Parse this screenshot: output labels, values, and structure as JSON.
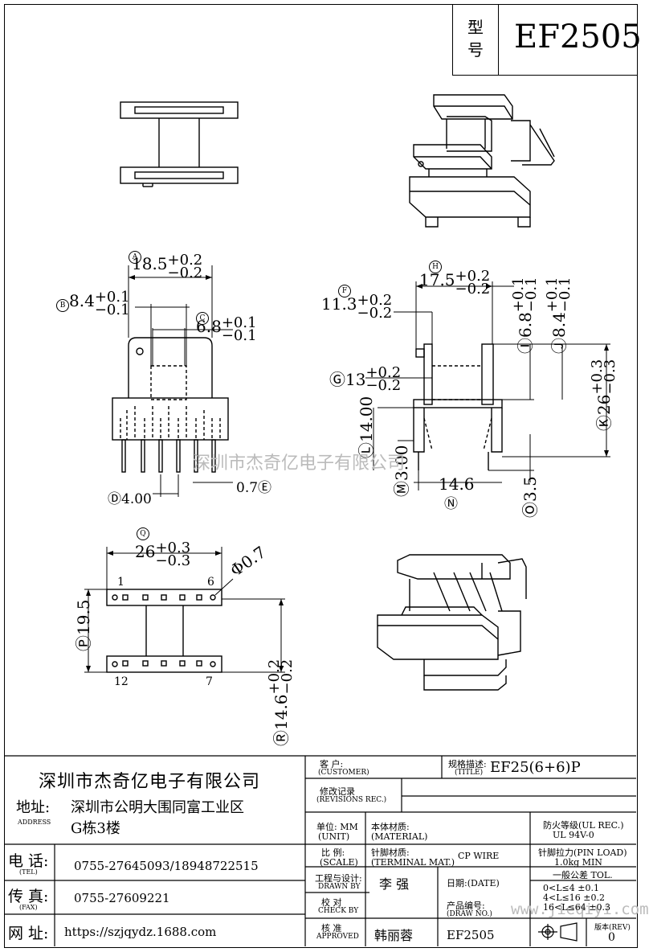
{
  "header": {
    "model_label_line1": "型",
    "model_label_line2": "号",
    "model": "EF2505"
  },
  "watermark": {
    "cn": "深圳市杰奇亿电子有限公司",
    "url": "www.jieqiyi.com"
  },
  "dims": {
    "a_width": "18.5",
    "a_tol_up": "+0.2",
    "a_tol_dn": "−0.2",
    "b_width": "8.4",
    "b_tol_up": "+0.1",
    "b_tol_dn": "−0.1",
    "c_width": "6.8",
    "c_tol_up": "+0.1",
    "c_tol_dn": "−0.1",
    "d_pitch": "4.00",
    "e_pin": "0.7",
    "f_val": "11.3",
    "f_tol_up": "+0.2",
    "f_tol_dn": "−0.2",
    "g_val": "13",
    "g_tol_up": "+0.2",
    "g_tol_dn": "−0.2",
    "h_val": "17.5",
    "h_tol_up": "+0.2",
    "h_tol_dn": "−0.2",
    "i_val": "6.8",
    "i_tol_up": "+0.1",
    "i_tol_dn": "−0.1",
    "j_val": "8.4",
    "j_tol_up": "+0.1",
    "j_tol_dn": "−0.1",
    "k_val": "26",
    "k_tol_up": "+0.3",
    "k_tol_dn": "−0.3",
    "l_val": "14.00",
    "m_val": "3.00",
    "n_val": "14.6",
    "o_val": "3.5",
    "q_val": "26",
    "q_tol_up": "+0.3",
    "q_tol_dn": "−0.3",
    "p_val": "19.5",
    "r_hole": "Φ0.7",
    "s_val": "14.6",
    "s_tol_up": "+0.2",
    "s_tol_dn": "−0.2",
    "pin1": "1",
    "pin6": "6",
    "pin12": "12",
    "pin7": "7"
  },
  "circles": {
    "a": "A",
    "b": "B",
    "c": "C",
    "d": "D",
    "e": "E",
    "f": "F",
    "g": "G",
    "h": "H",
    "i": "I",
    "j": "J",
    "k": "K",
    "l": "L",
    "m": "M",
    "n": "N",
    "o": "O",
    "p": "P",
    "q": "Q",
    "r": "R"
  },
  "company": {
    "name": "深圳市杰奇亿电子有限公司",
    "addr_label": "地址:",
    "address_en": "ADDRESS",
    "addr_line1": "深圳市公明大围同富工业区",
    "addr_line2": "G栋3楼",
    "tel_label": "电 话:",
    "tel_en": "(TEL)",
    "tel": "0755-27645093/18948722515",
    "fax_label": "传 真:",
    "fax_en": "(FAX)",
    "fax": "0755-27609221",
    "web_label": "网 址:",
    "web": "https://szjqydz.1688.com"
  },
  "title_block": {
    "customer_label": "客    户:",
    "customer_en": "(CUSTOMER)",
    "title_label": "规格描述:",
    "title_en": "(TITLE)",
    "title_value": "EF25(6+6)P",
    "rev_label": "修改记录",
    "rev_en": "(REVISIONS REC.)",
    "unit_label": "单位: MM",
    "unit_en": "(UNIT)",
    "material_label": "本体材质:",
    "material_en": "(MATERIAL)",
    "fire_label": "防火等级(UL REC.)",
    "fire_value": "UL 94V-0",
    "scale_label": "比  例:",
    "scale_en": "(SCALE)",
    "terminal_label": "针脚材质:",
    "terminal_en": "(TERMINAL MAT.)",
    "terminal_value": "CP WIRE",
    "pinload_label": "针脚拉力(PIN LOAD)",
    "pinload_value": "1.0kg MIN",
    "drawn_label": "工程与设计:",
    "drawn_en": "DRAWN BY",
    "drawn_value": "李 强",
    "date_label": "日期:(DATE)",
    "tol_label": "一般公差 TOL.",
    "tol1": "0<L≤4  ±0.1",
    "tol2": "4<L≤16 ±0.2",
    "tol3": "16<L≤64 ±0.3",
    "check_label": "校  对",
    "check_en": "CHECK BY",
    "part_label": "产品编号:",
    "part_en": "(DRAW NO.)",
    "part_value": "EF2505",
    "approved_label": "核  准",
    "approved_en": "APPROVED",
    "approved_value": "韩丽蓉",
    "rev_no_label": "版本(REV)",
    "rev_no_value": "0"
  }
}
